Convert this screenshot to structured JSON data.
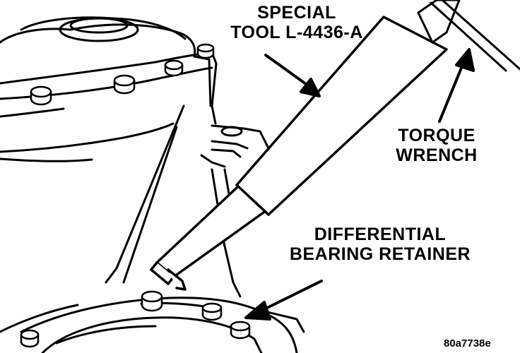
{
  "labels": {
    "special_tool": [
      "SPECIAL",
      "TOOL L-4436-A"
    ],
    "torque_wrench": [
      "TORQUE",
      "WRENCH"
    ],
    "retainer": [
      "DIFFERENTIAL",
      "BEARING RETAINER"
    ]
  },
  "figure_id": "80a7738e",
  "colors": {
    "ink": "#000000",
    "paper": "#ffffff"
  }
}
